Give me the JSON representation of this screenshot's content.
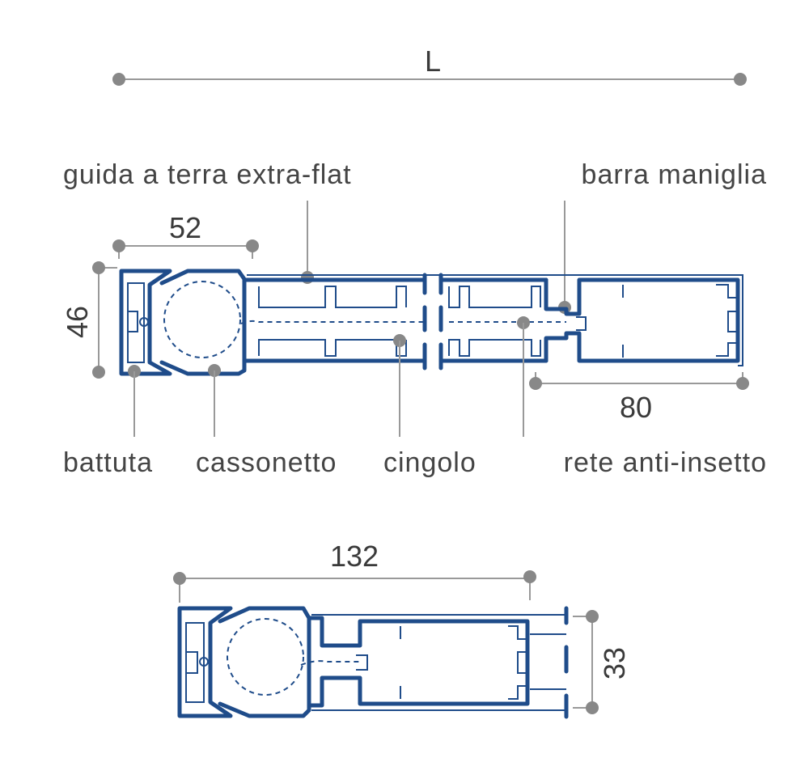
{
  "labels": {
    "length": "L",
    "guida": "guida a terra extra-flat",
    "barra": "barra maniglia",
    "battuta": "battuta",
    "cassonetto": "cassonetto",
    "cingolo": "cingolo",
    "rete": "rete anti-insetto"
  },
  "dimensions": {
    "d52": "52",
    "d46": "46",
    "d80": "80",
    "d132": "132",
    "d33": "33"
  },
  "colors": {
    "profile": "#1f4c8a",
    "dimension": "#999999",
    "text": "#444444"
  }
}
